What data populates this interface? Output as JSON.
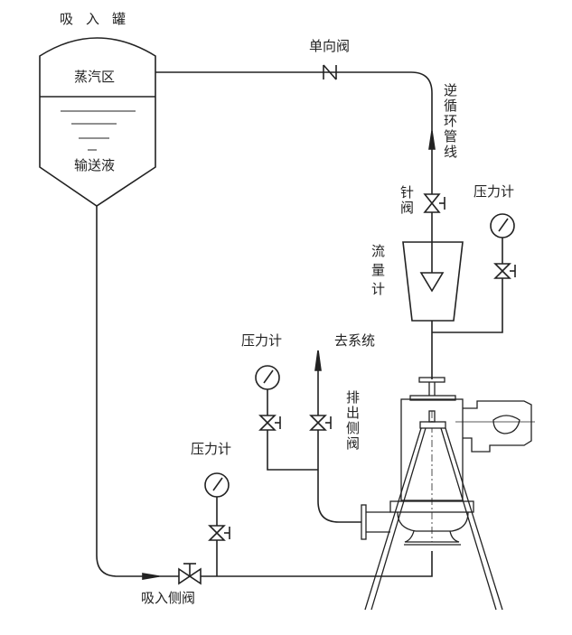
{
  "labels": {
    "suction_tank": "吸入罐",
    "vapor_zone": "蒸汽区",
    "conveyed_liquid": "输送液",
    "check_valve": "单向阀",
    "reverse_circulation_line": "逆循环管线",
    "needle_valve": "针阀",
    "pressure_gauge_top": "压力计",
    "flow_meter": "流量计",
    "to_system": "去系统",
    "pressure_gauge_middle": "压力计",
    "discharge_valve": "排出侧阀",
    "pressure_gauge_left": "压力计",
    "suction_valve": "吸入侧阀"
  },
  "colors": {
    "line": "#222222",
    "background": "#ffffff"
  }
}
